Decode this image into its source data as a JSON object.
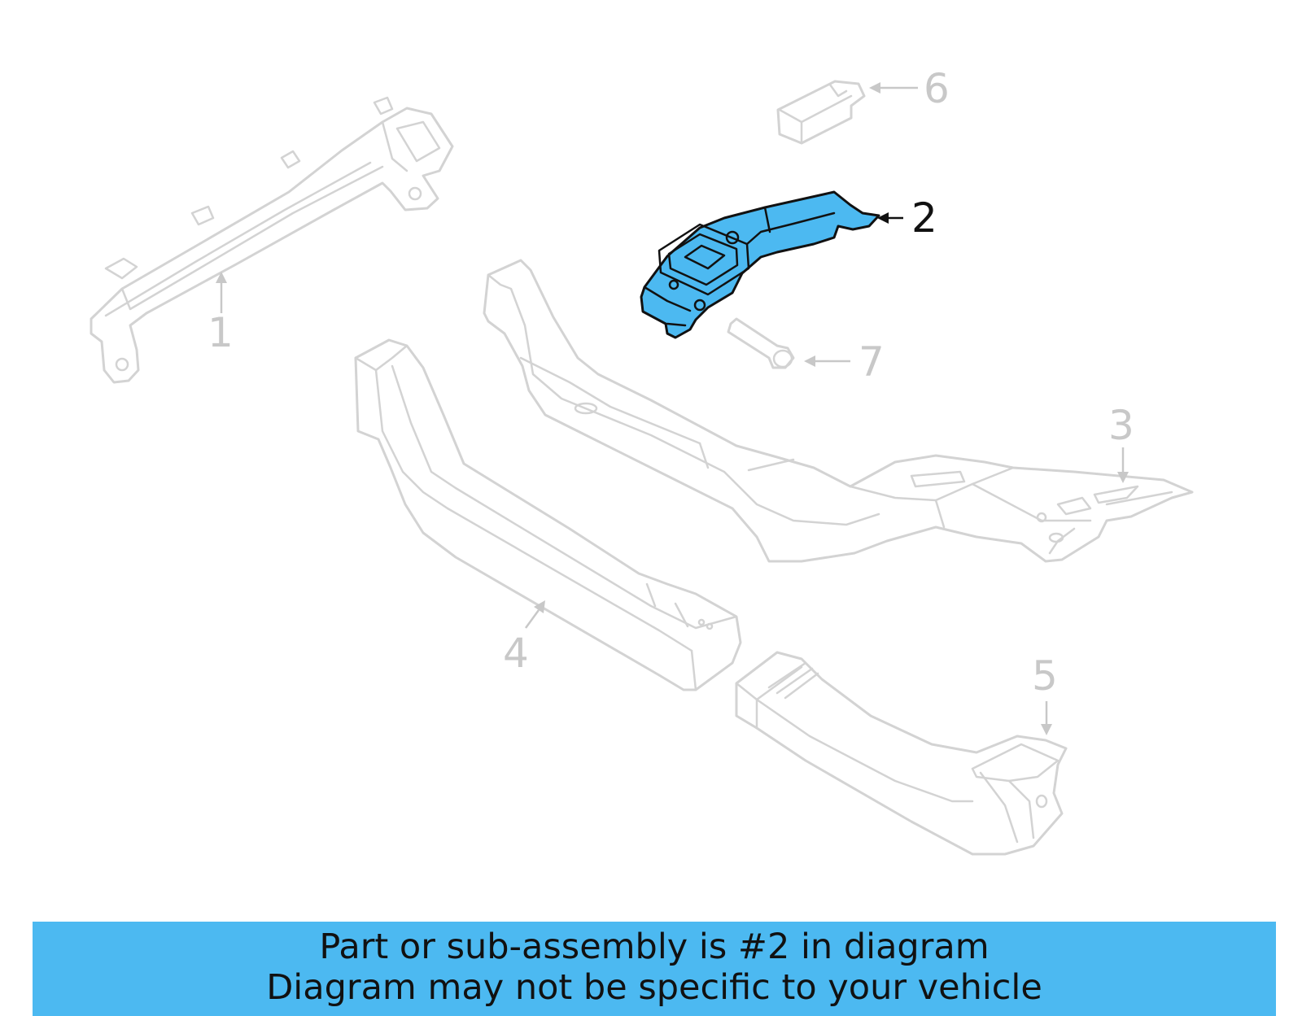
{
  "diagram": {
    "highlight_color": "#4cb9f1",
    "highlighted_part": "2",
    "callouts": [
      {
        "id": "1",
        "label": "1"
      },
      {
        "id": "2",
        "label": "2"
      },
      {
        "id": "3",
        "label": "3"
      },
      {
        "id": "4",
        "label": "4"
      },
      {
        "id": "5",
        "label": "5"
      },
      {
        "id": "6",
        "label": "6"
      },
      {
        "id": "7",
        "label": "7"
      }
    ]
  },
  "banner": {
    "line1": "Part or sub-assembly is #2 in diagram",
    "line2": "Diagram may not be specific to your vehicle",
    "background": "#4cb9f1"
  }
}
